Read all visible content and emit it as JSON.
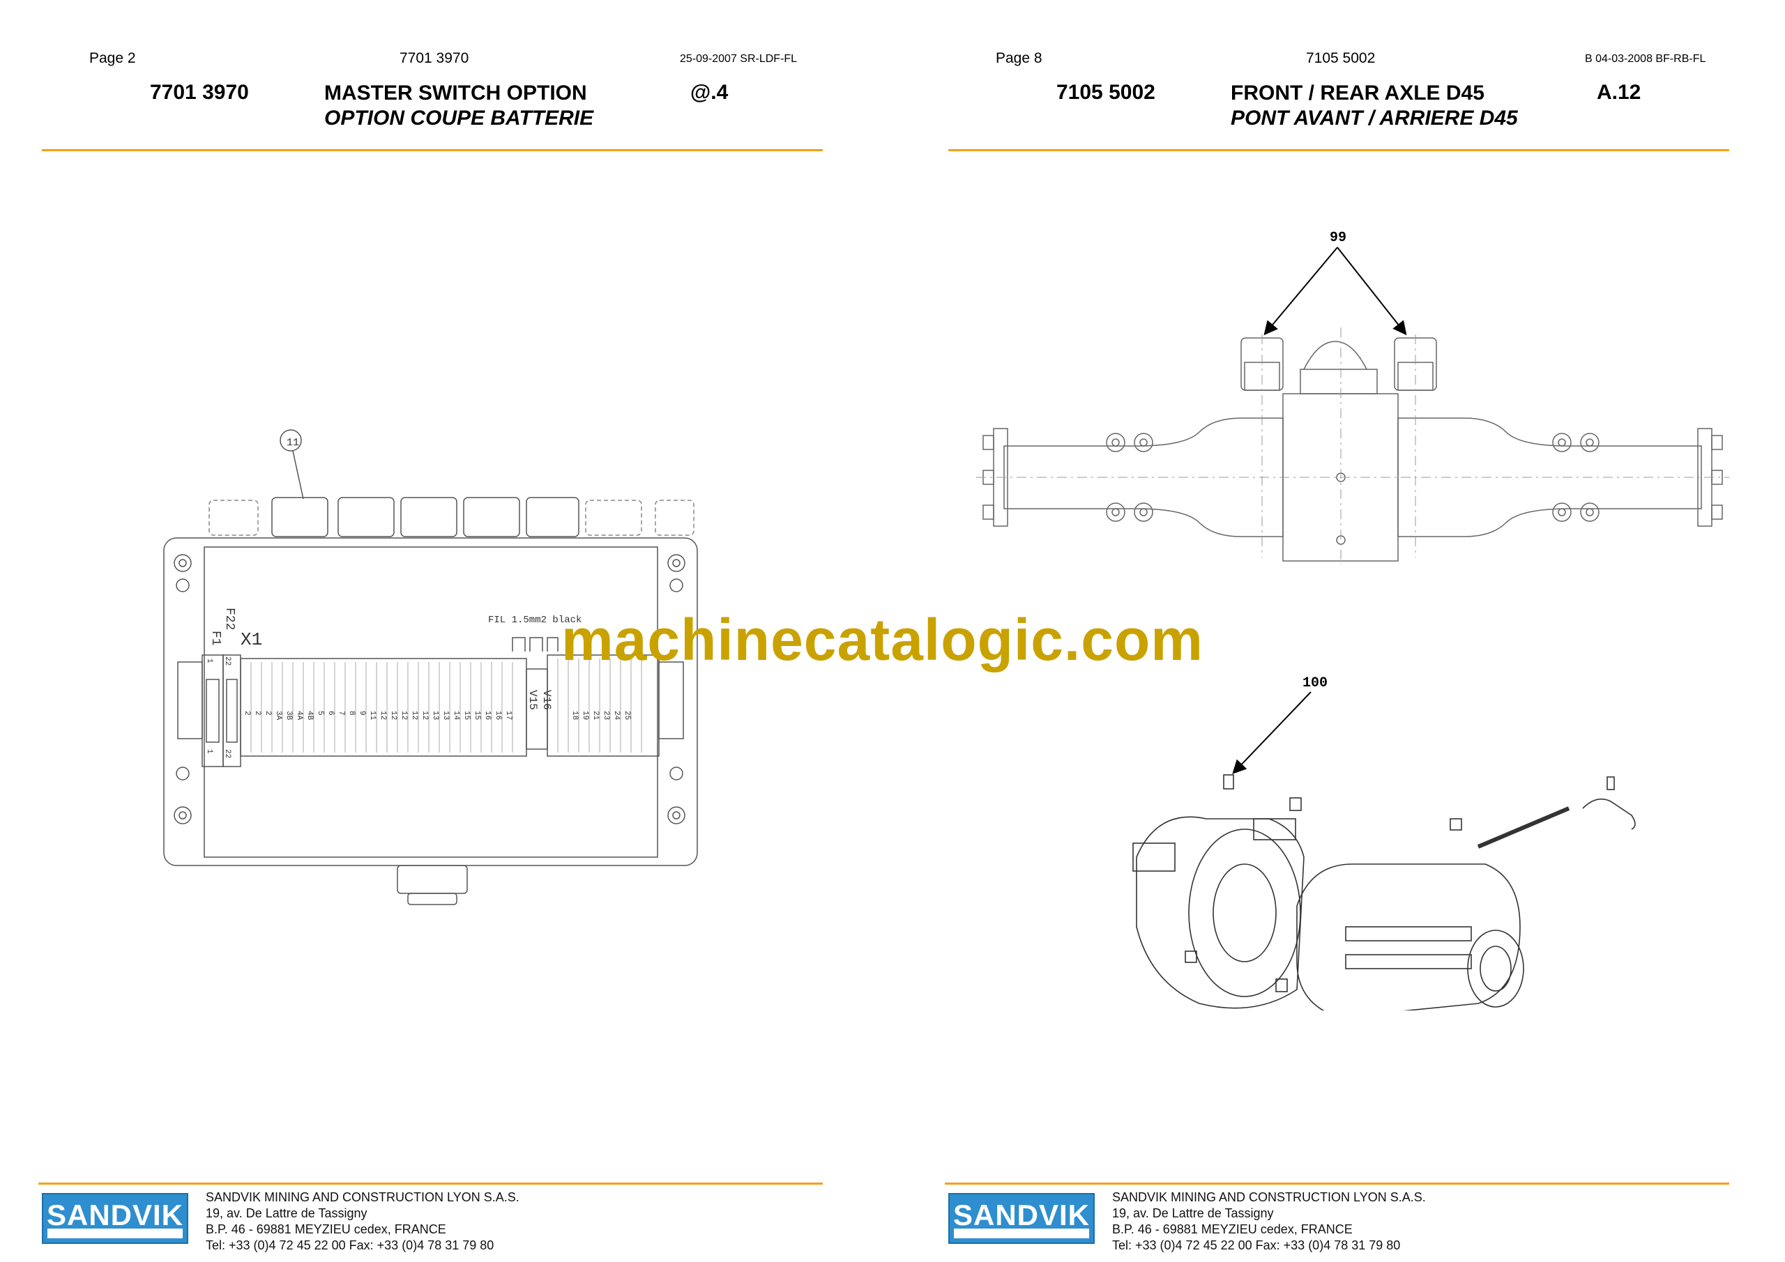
{
  "left_page": {
    "page_label": "Page 2",
    "doc_number": "7701 3970",
    "date_ref": "25-09-2007 SR-LDF-FL",
    "part_code": "7701 3970",
    "title_en": "MASTER SWITCH OPTION",
    "title_fr": "OPTION COUPE BATTERIE",
    "revision": "@.4",
    "diagram": {
      "callout": "11",
      "fuse_labels": [
        "F1",
        "F22"
      ],
      "block_label": "X1",
      "wire_note": "FIL 1.5mm2 black",
      "diode_labels": [
        "V15",
        "V16"
      ],
      "terminal_numbers_top": [
        "1",
        "22"
      ],
      "terminal_numbers_bottom": [
        "1",
        "22"
      ],
      "terminals": [
        "2",
        "2",
        "2",
        "3A",
        "3B",
        "4A",
        "4B",
        "5",
        "6",
        "7",
        "8",
        "9",
        "11",
        "12",
        "12",
        "12",
        "12",
        "12",
        "13",
        "13",
        "14",
        "15",
        "15",
        "16",
        "16",
        "17",
        "18",
        "19",
        "21",
        "23",
        "24",
        "25"
      ]
    }
  },
  "right_page": {
    "page_label": "Page 8",
    "doc_number": "7105 5002",
    "date_ref": "B 04-03-2008 BF-RB-FL",
    "part_code": "7105 5002",
    "title_en": "FRONT / REAR AXLE D45",
    "title_fr": "PONT AVANT / ARRIERE D45",
    "revision": "A.12",
    "callouts": [
      "99",
      "100"
    ]
  },
  "footer": {
    "logo": "SANDVIK",
    "company": "SANDVIK MINING AND CONSTRUCTION LYON S.A.S.",
    "address1": "19, av. De Lattre de Tassigny",
    "address2": "B.P. 46 - 69881 MEYZIEU cedex, FRANCE",
    "phone": "Tel: +33 (0)4 72 45 22 00  Fax: +33 (0)4 78 31 79 80"
  },
  "watermark": "machinecatalogic.com",
  "colors": {
    "accent_rule": "#f5a01a",
    "logo_blue": "#2e8ecf",
    "watermark": "#c9a200"
  }
}
